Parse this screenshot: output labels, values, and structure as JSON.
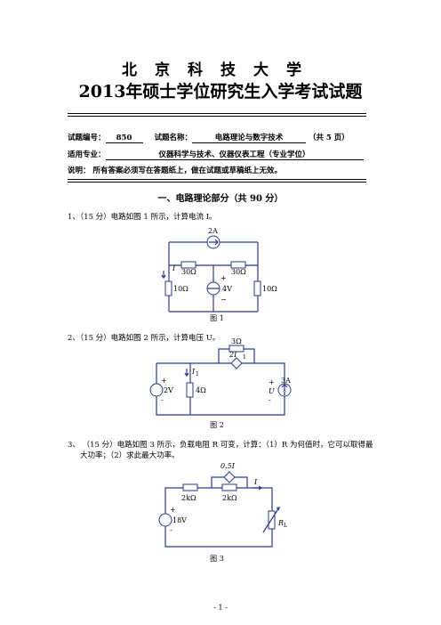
{
  "header": {
    "university": "北京科技大学",
    "exam_title": "2013年硕士学位研究生入学考试试题"
  },
  "meta": {
    "code_label": "试题编号：",
    "code_value": "850",
    "name_label": "试题名称：",
    "name_value": "电路理论与数字技术",
    "pages": "（共 5 页）",
    "major_label": "适用专业：",
    "major_value": "仪器科学与技术、仪器仪表工程（专业学位）",
    "note": "说明： 所有答案必须写在答题纸上，做在试题或草稿纸上无效。"
  },
  "section1": {
    "title": "一、电路理论部分（共 90 分）"
  },
  "questions": [
    {
      "text": "1、（15 分）电路如图 1 所示，计算电流 I。",
      "caption": "图 1",
      "labels": {
        "source_top": "2A",
        "r_left_top": "30Ω",
        "r_right_top": "30Ω",
        "r_left": "10Ω",
        "v_source": "4V",
        "r_right": "10Ω",
        "current": "I",
        "plus": "+",
        "minus": "−"
      }
    },
    {
      "text": "2、（15 分）电路如图 2 所示，计算电压 U。",
      "caption": "图 2",
      "labels": {
        "r_top": "3Ω",
        "dep_source": "2I",
        "dep_sub": "1",
        "v_source": "2V",
        "r_mid": "4Ω",
        "current": "I",
        "current_sub": "1",
        "u_label": "U",
        "i_source": "3A",
        "plus": "+",
        "minus": "-"
      }
    },
    {
      "text_line1": "3、 （15 分）电路如图 3 所示，负载电阻 R  可变，计算：（1）R  为何值时，它可以取得最",
      "text_line2": "大功率；（2）求此最大功率。",
      "caption": "图 3",
      "labels": {
        "dep_source": "0.5I",
        "r_left": "2kΩ",
        "r_right": "2kΩ",
        "current": "I",
        "v_source": "18V",
        "load": "R",
        "load_sub": "L",
        "plus": "+",
        "minus": "-"
      }
    }
  ],
  "footer": {
    "page_number": "- 1 -"
  },
  "colors": {
    "circuit": "#2a3a8c",
    "text": "#000000"
  }
}
